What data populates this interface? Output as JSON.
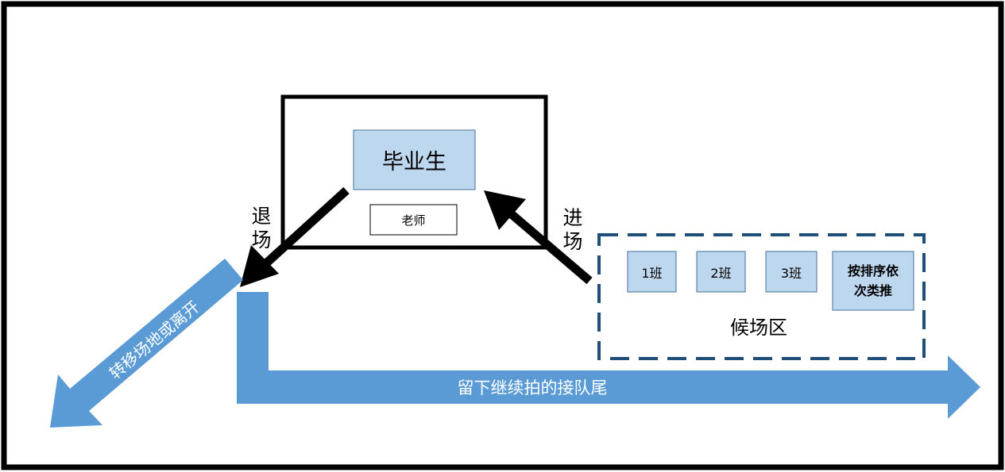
{
  "stage": {
    "graduates_label": "毕业生",
    "teacher_label": "老师"
  },
  "exit_label": [
    "退",
    "场"
  ],
  "enter_label": [
    "进",
    "场"
  ],
  "waiting_area": {
    "label": "候场区",
    "classes": [
      "1班",
      "2班",
      "3班"
    ],
    "order_note": [
      "按排序依",
      "次类推"
    ]
  },
  "arrows": {
    "leave_label": "转移场地或离开",
    "stay_label": "留下继续拍的接队尾"
  },
  "colors": {
    "box_fill": "#bdd7ee",
    "box_stroke": "#41719c",
    "arrow_blue": "#5b9bd5",
    "dashed_border": "#1f4e79",
    "frame": "#000000"
  }
}
